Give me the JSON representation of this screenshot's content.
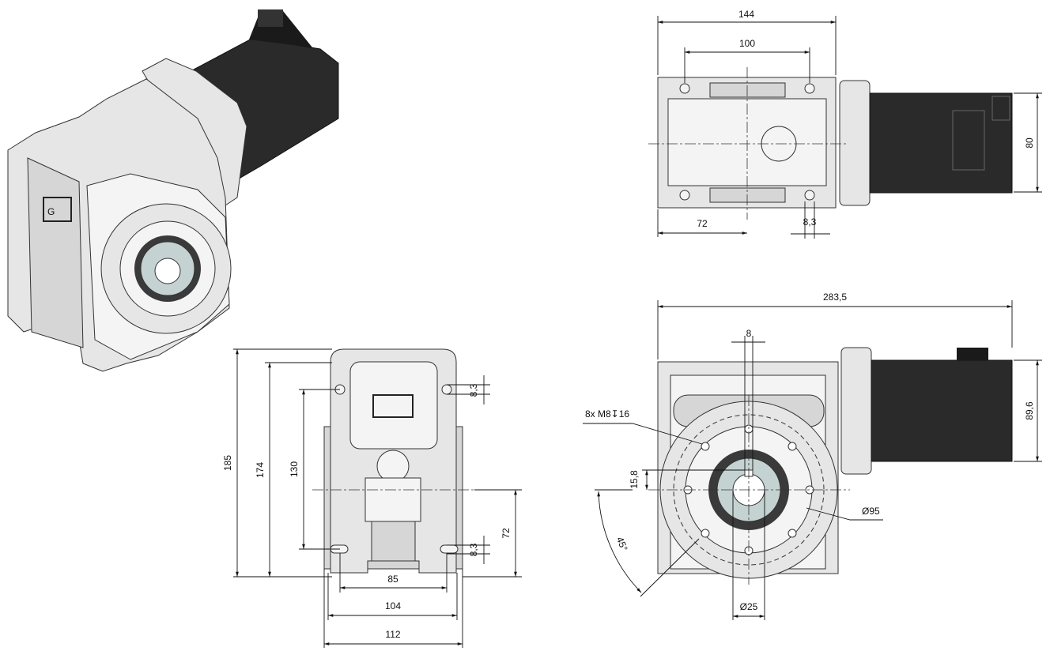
{
  "colors": {
    "housing": "#e6e6e6",
    "motor": "#2a2a2a",
    "bore_ring": "#c5d2d2",
    "seal": "#3a3a3a"
  },
  "top_view": {
    "overall_width": "144",
    "bolt_spacing": "100",
    "offset": "72",
    "hole_dia": "8,3",
    "motor_height": "80"
  },
  "front_view": {
    "overall_length": "283,5",
    "key_width": "8",
    "thread_note": "8x M8↧16",
    "key_height": "15,8",
    "angle": "45°",
    "flange_dia": "Ø95",
    "bore_dia": "Ø25",
    "motor_dim": "89,6"
  },
  "side_view": {
    "height_overall": "185",
    "height_2": "174",
    "hole_spacing_v": "130",
    "hole_top": "8,3",
    "hole_bottom": "8,3",
    "shaft_height": "72",
    "foot_spacing": "85",
    "foot_width": "104",
    "overall_width": "112"
  },
  "logo": "G"
}
